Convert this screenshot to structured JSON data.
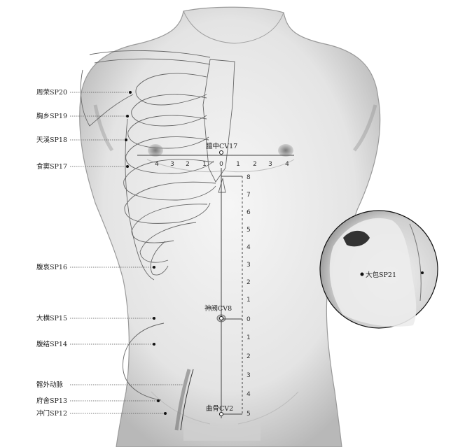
{
  "colors": {
    "skin": "#e9e9e9",
    "shadow": "#9a9a9a",
    "outline": "#555555",
    "point": "#111111"
  },
  "left_points": [
    {
      "label": "周荣SP20"
    },
    {
      "label": "胸乡SP19"
    },
    {
      "label": "天溪SP18"
    },
    {
      "label": "食窦SP17"
    },
    {
      "label": "腹哀SP16"
    },
    {
      "label": "大横SP15"
    },
    {
      "label": "腹结SP14"
    },
    {
      "label": "髂外动脉"
    },
    {
      "label": "府舍SP13"
    },
    {
      "label": "冲门SP12"
    }
  ],
  "midline_points": [
    {
      "label": "膻中CV17"
    },
    {
      "label": "神阙CV8"
    },
    {
      "label": "曲骨CV2"
    }
  ],
  "inset_point": {
    "label": "大包SP21"
  },
  "horizontal_scale": [
    "4",
    "3",
    "2",
    "1",
    "0",
    "1",
    "2",
    "3",
    "4"
  ],
  "vertical_scale_upper": [
    "8",
    "7",
    "6",
    "5",
    "4",
    "3",
    "2",
    "1",
    "0"
  ],
  "vertical_scale_lower": [
    "1",
    "2",
    "3",
    "4",
    "5"
  ]
}
